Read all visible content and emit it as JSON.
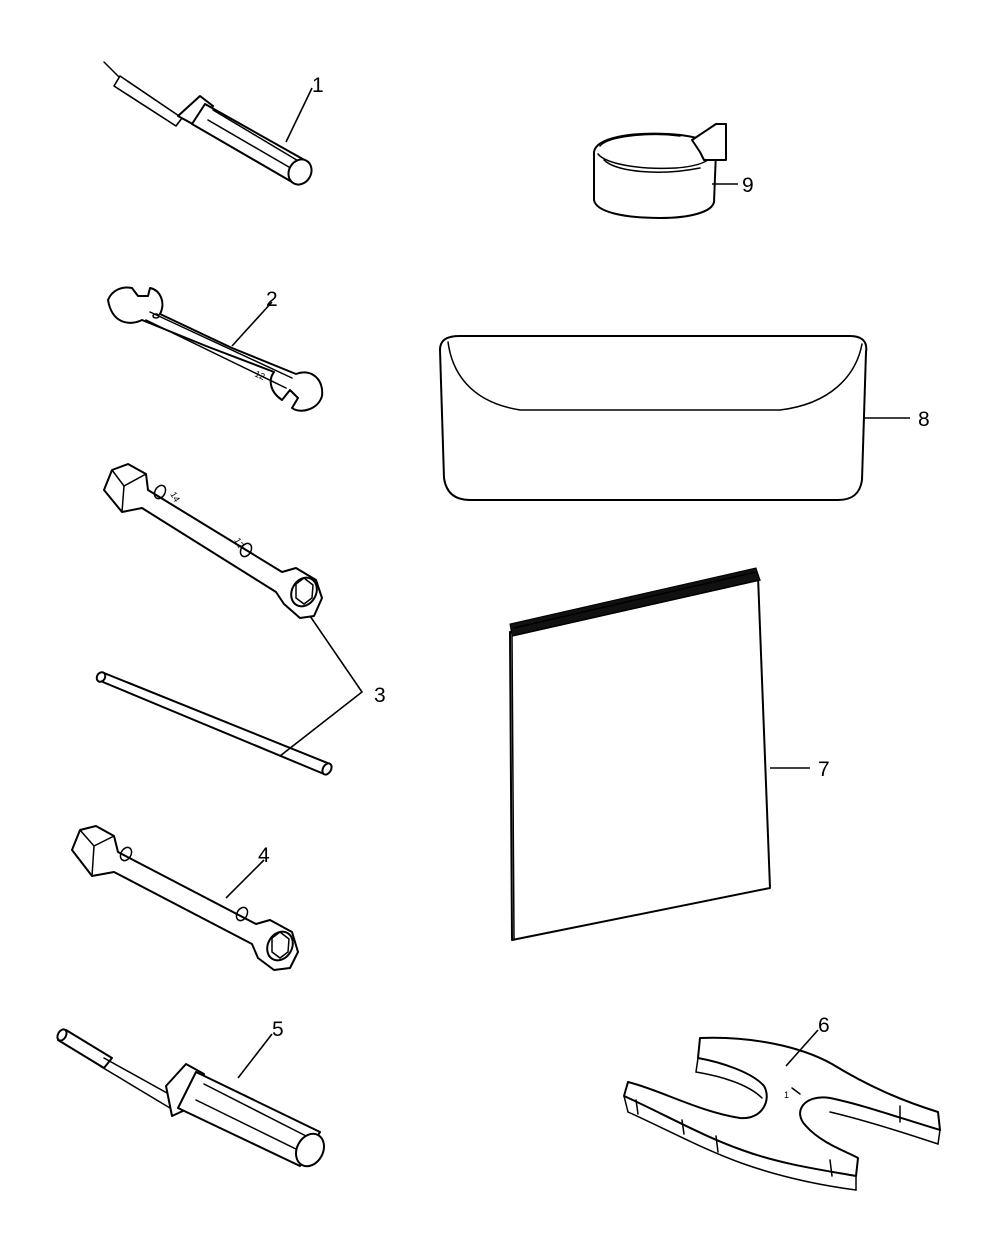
{
  "diagram": {
    "callouts": {
      "c1": "1",
      "c2": "2",
      "c3": "3",
      "c4": "4",
      "c5": "5",
      "c6": "6",
      "c7": "7",
      "c8": "8",
      "c9": "9"
    },
    "engravings": {
      "wrench_small": "10",
      "wrench_large": "12",
      "box_end_a": "14",
      "box_end_b": "12",
      "spanner_mark": "1"
    },
    "colors": {
      "line": "#000000",
      "background": "#ffffff"
    }
  }
}
